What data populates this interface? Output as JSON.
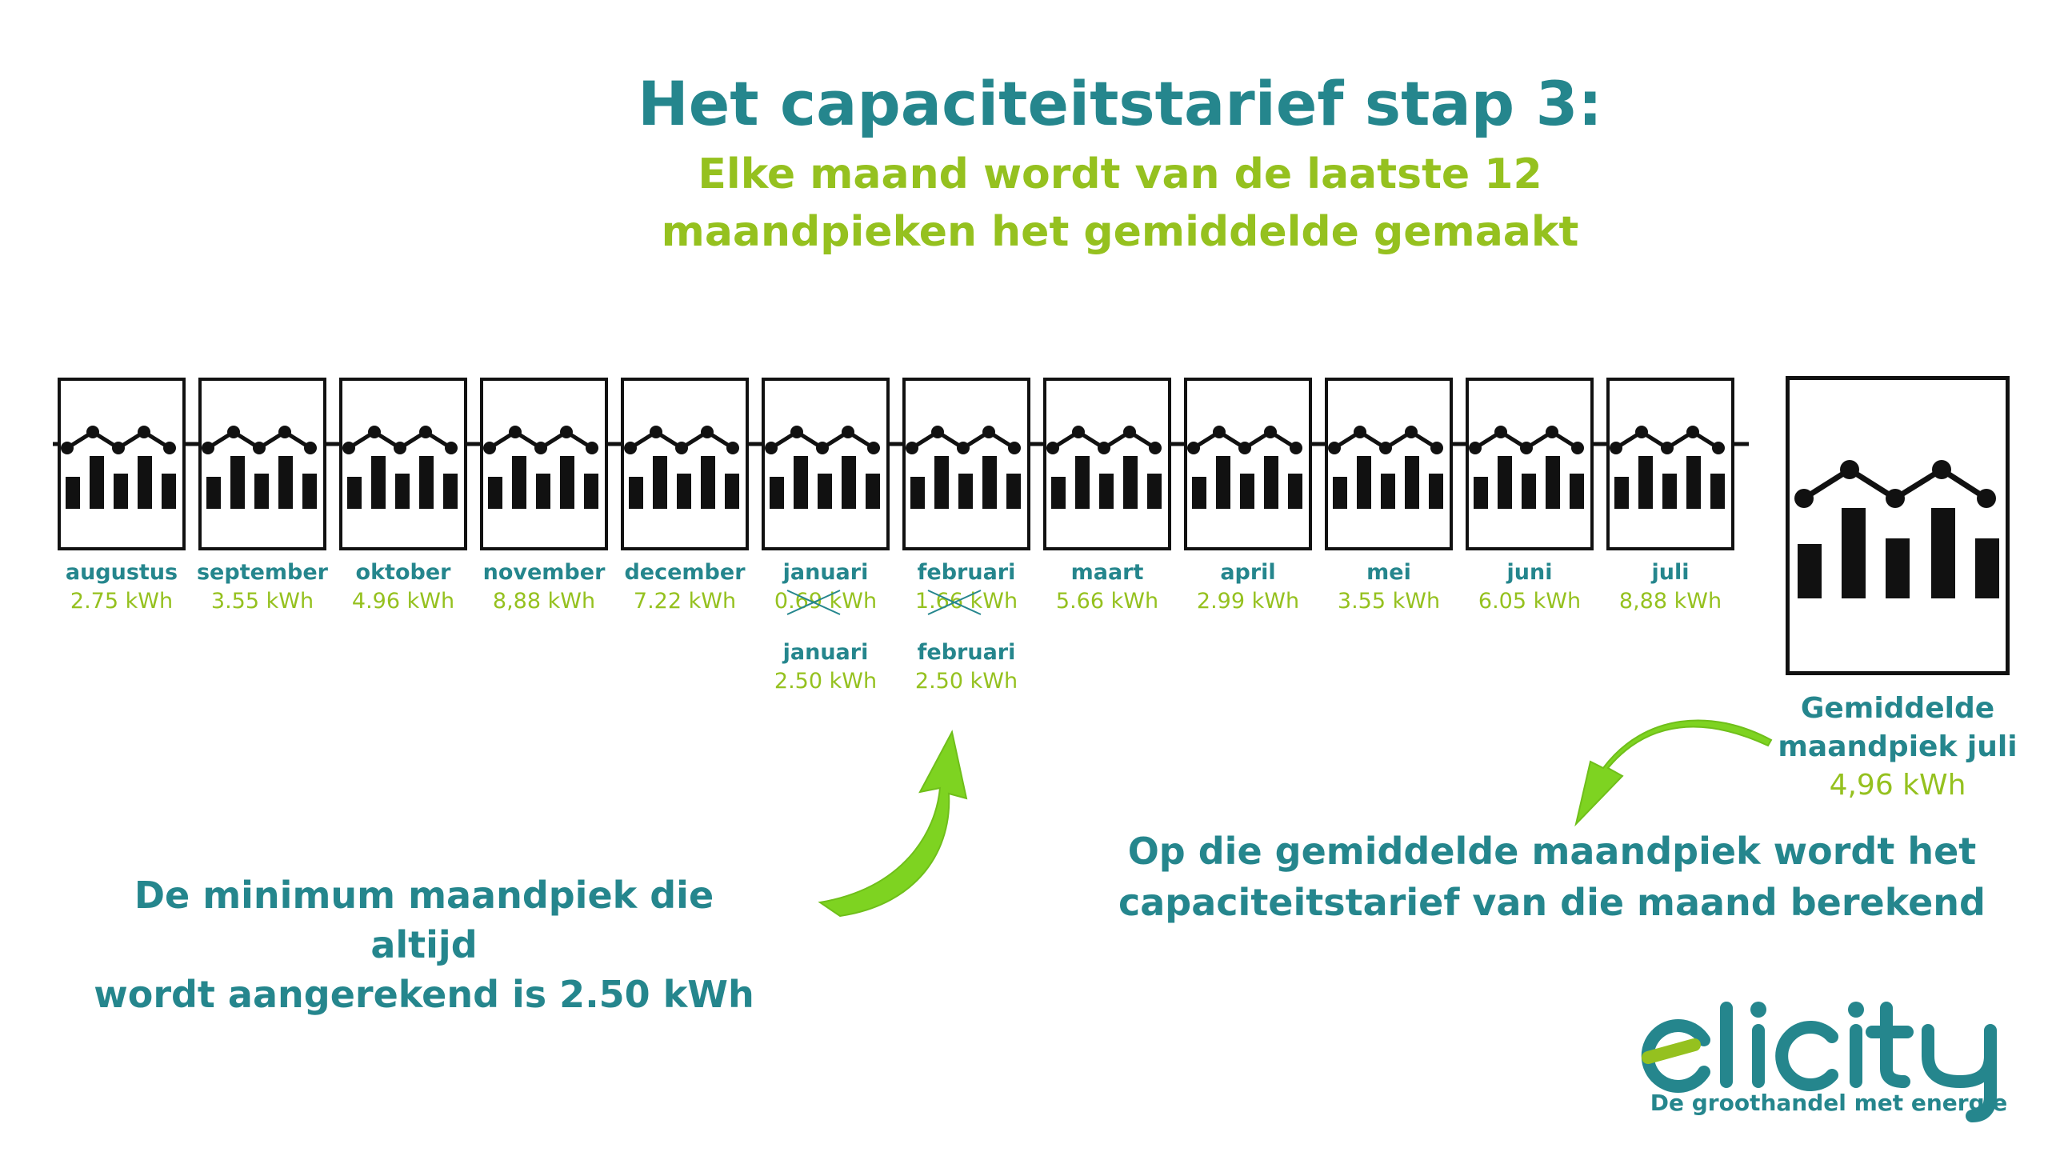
{
  "title": "Het capaciteitstarief stap 3:",
  "subtitle_line1": "Elke maand wordt van de laatste 12",
  "subtitle_line2": "maandpieken het gemiddelde gemaakt",
  "months": [
    {
      "name": "augustus",
      "value": "2.75 kWh"
    },
    {
      "name": "september",
      "value": "3.55 kWh"
    },
    {
      "name": "oktober",
      "value": "4.96 kWh"
    },
    {
      "name": "november",
      "value": "8,88 kWh"
    },
    {
      "name": "december",
      "value": "7.22 kWh"
    },
    {
      "name": "januari",
      "value": "0.69 kWh",
      "crossed_out": true
    },
    {
      "name": "februari",
      "value": "1.66 kWh",
      "crossed_out": true
    },
    {
      "name": "maart",
      "value": "5.66 kWh"
    },
    {
      "name": "april",
      "value": "2.99 kWh"
    },
    {
      "name": "mei",
      "value": "3.55 kWh"
    },
    {
      "name": "juni",
      "value": "6.05 kWh"
    },
    {
      "name": "juli",
      "value": "8,88 kWh"
    }
  ],
  "adjusted": [
    {
      "name": "januari",
      "value": "2.50 kWh"
    },
    {
      "name": "februari",
      "value": "2.50 kWh"
    }
  ],
  "average": {
    "label_line1": "Gemiddelde",
    "label_line2": "maandpiek juli",
    "value": "4,96 kWh"
  },
  "min_note_line1": "De minimum maandpiek die altijd",
  "min_note_line2": "wordt aangerekend is 2.50 kWh",
  "avg_note_line1": "Op die gemiddelde maandpiek wordt het",
  "avg_note_line2": "capaciteitstarief van die maand berekend",
  "logo": {
    "wordmark": "elicity",
    "tagline": "De groothandel met energie"
  },
  "colors": {
    "teal": "#25868d",
    "green": "#95c11f",
    "arrow_green": "#7ed321",
    "icon": "#111111"
  },
  "icons": [
    "chart-peak-icon",
    "curved-arrow-icon",
    "cross-out-mark"
  ]
}
